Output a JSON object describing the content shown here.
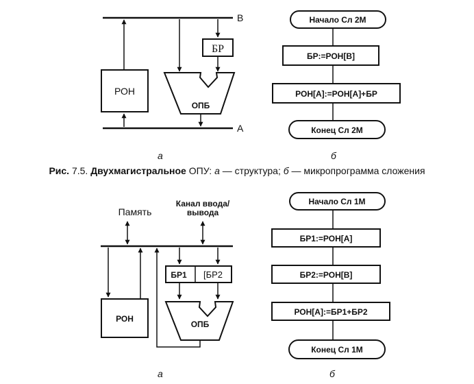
{
  "figure_7_5": {
    "structure": {
      "bus_b_label": "В",
      "bus_a_label": "А",
      "ron_label": "РОН",
      "br_label": "БР",
      "opb_label": "ОПБ"
    },
    "flowchart": {
      "start": "Начало Сл   2М",
      "step1": "БР:=РОН[В]",
      "step2": "РОН[А]:=РОН[А]+БР",
      "end": "Конец Сл   2М"
    },
    "label_a": "а",
    "label_b": "б",
    "caption": {
      "prefix": "Рис.",
      "number": "7.5.",
      "title": "Двухмагистральное",
      "rest_1": "ОПУ:",
      "part_a": "а",
      "rest_2": "— структура;",
      "part_b": "б",
      "rest_3": "— микропрограмма сложения"
    }
  },
  "figure_7_6": {
    "structure": {
      "memory_label": "Память",
      "io_label_line1": "Канал ввода/",
      "io_label_line2": "вывода",
      "ron_label": "РОН",
      "br1_label": "БР1",
      "br2_label": "[БР2",
      "opb_label": "ОПБ"
    },
    "flowchart": {
      "start": "Начало Сл   1М",
      "step1": "БР1:=РОН[А]",
      "step2": "БР2:=РОН[В]",
      "step3": "РОН[А]:=БР1+БР2",
      "end": "Конец Сл   1М"
    },
    "label_a": "а",
    "label_b": "б"
  }
}
